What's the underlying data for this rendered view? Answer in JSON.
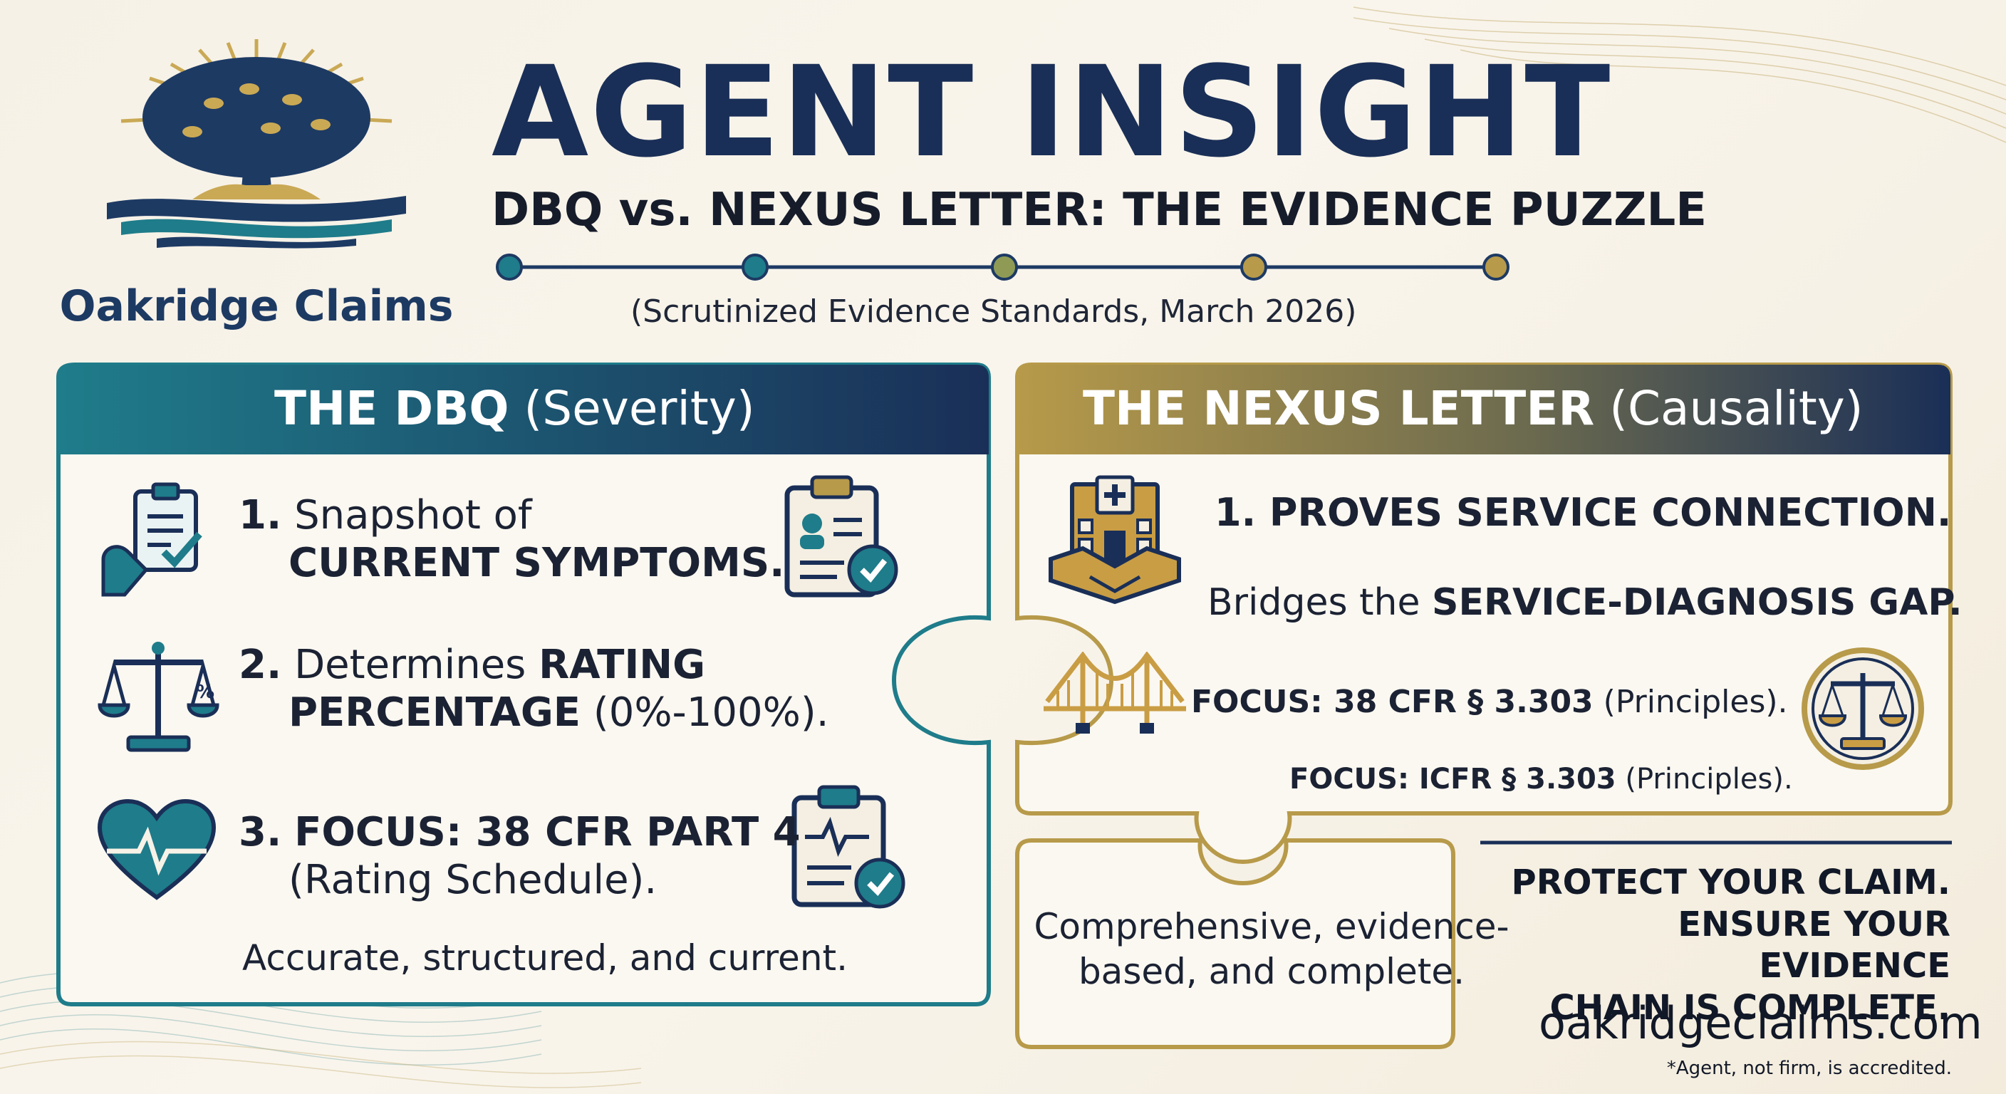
{
  "brand": {
    "name": "Oakridge Claims"
  },
  "header": {
    "title": "AGENT INSIGHT",
    "subtitle": "DBQ vs. NEXUS LETTER: THE EVIDENCE PUZZLE",
    "date_note": "(Scrutinized Evidence Standards, March 2026)"
  },
  "colors": {
    "navy": "#1a2f57",
    "teal": "#1f7c8a",
    "gold": "#b79a4a",
    "cream": "#f7f2e7"
  },
  "dbq": {
    "header_bold": "THE DBQ",
    "header_rest": " (Severity)",
    "items": [
      {
        "num": "1.",
        "line1": "Snapshot of",
        "line2": "CURRENT SYMPTOMS.",
        "icon": "clipboard-hand-icon",
        "side_icon": "clipboard-check-icon"
      },
      {
        "num": "2.",
        "line1_plain": "Determines ",
        "line1_bold": "RATING",
        "line2_bold": "PERCENTAGE",
        "line2_plain": " (0%-100%).",
        "icon": "scales-icon"
      },
      {
        "num": "3.",
        "line1": "FOCUS: 38 CFR PART 4",
        "line2": "(Rating Schedule).",
        "icon": "heartbeat-icon",
        "side_icon": "clipboard-chart-icon"
      }
    ],
    "summary": "Accurate, structured, and current."
  },
  "nexus": {
    "header_bold": "THE NEXUS LETTER",
    "header_rest": " (Causality)",
    "item1": "1.  PROVES SERVICE CONNECTION.",
    "bridges_plain": "Bridges the ",
    "bridges_bold": "SERVICE-DIAGNOSIS GAP.",
    "focus1_bold": "FOCUS: 38 CFR § 3.303",
    "focus1_rest": " (Principles).",
    "focus2_bold": "FOCUS: ICFR § 3.303",
    "focus2_rest": " (Principles).",
    "note": "Comprehensive, evidence-based, and complete.",
    "icons": [
      "hospital-handshake-icon",
      "bridge-icon",
      "scales-badge-icon"
    ]
  },
  "cta": {
    "line1": "PROTECT YOUR CLAIM.",
    "line2": "ENSURE YOUR EVIDENCE",
    "line3": "CHAIN IS COMPLETE.",
    "website": "oakridgeclaims.com",
    "disclaimer": "*Agent, not firm, is accredited."
  }
}
